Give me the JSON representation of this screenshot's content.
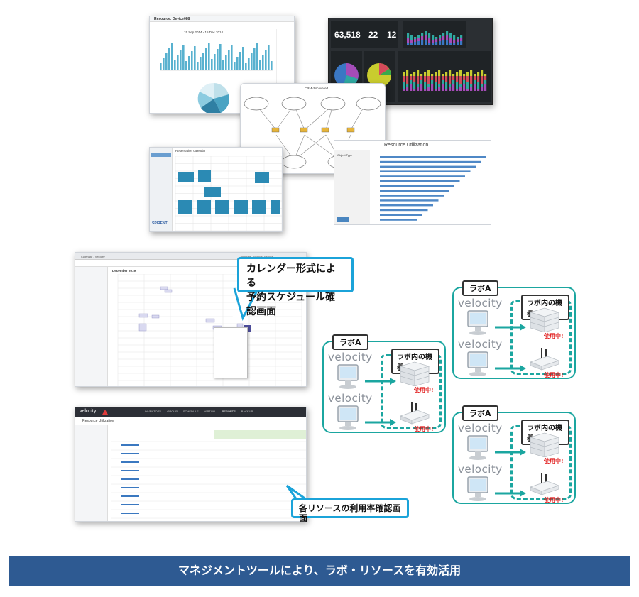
{
  "screens": {
    "resource_dashboard": {
      "title": "Resource: Device088",
      "range": "15 Sep 2014 - 15 Dec 2014"
    },
    "dashboard": {
      "stats": [
        {
          "value": "63,518"
        },
        {
          "value": "22"
        },
        {
          "value": "12"
        }
      ]
    },
    "topology": {
      "title": "CRM discovered"
    },
    "reservation": {
      "title": "Reservation calendar",
      "brand": "SPIRENT"
    },
    "resource_util_small": {
      "title": "Resource Utilization",
      "filter_label": "Object Type"
    },
    "calendar_browser": {
      "tabs": [
        "Calendar - Velocity",
        "Configure - Velocity Service"
      ],
      "month": "December 2019"
    },
    "util_table": {
      "logo": "velocity",
      "title": "Resource Utilization",
      "nav": [
        "INVENTORY",
        "GROUP",
        "SCHEDULE",
        "VIRTUAL",
        "REPORTS",
        "BACKUP"
      ]
    }
  },
  "callouts": {
    "calendar": "カレンダー形式による\n予約スケジュール確認画面",
    "utilization": "各リソースの利用率確認画面"
  },
  "labs": {
    "label": "ラボA",
    "inner_label": "ラボ内の機器",
    "logo": "velocity",
    "in_use": "使用中!"
  },
  "footer": "マネジメントツールにより、ラボ・リソースを有効活用",
  "colors": {
    "accent": "#1ba3d9",
    "teal": "#1ba6a0",
    "footer_bg": "#2e5a92",
    "in_use": "#e01818"
  }
}
